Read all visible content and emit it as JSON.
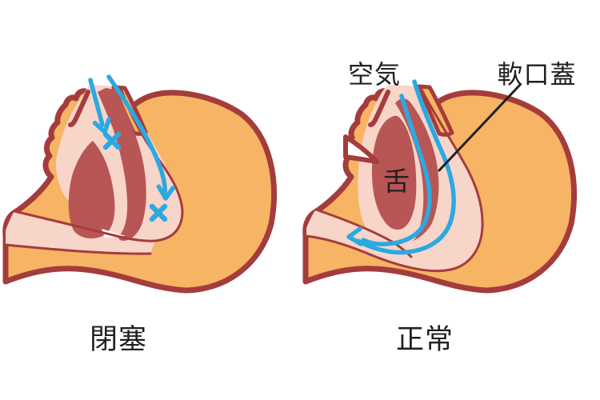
{
  "panels": {
    "obstructed": {
      "caption": "閉塞"
    },
    "normal": {
      "caption": "正常",
      "air_label": "空気",
      "soft_palate_label": "軟口蓋",
      "tongue_label": "舌"
    }
  },
  "icons": {
    "blocked_marks": "x-cross-icon",
    "airflow": "arrow-icon"
  },
  "colors": {
    "background": "#FFFFFF",
    "skin": "#F6B464",
    "outline": "#A53C3C",
    "airway_pink": "#F8D5C9",
    "muscle_red": "#B85555",
    "airflow_blue": "#2BA9E1",
    "text": "#212121"
  }
}
